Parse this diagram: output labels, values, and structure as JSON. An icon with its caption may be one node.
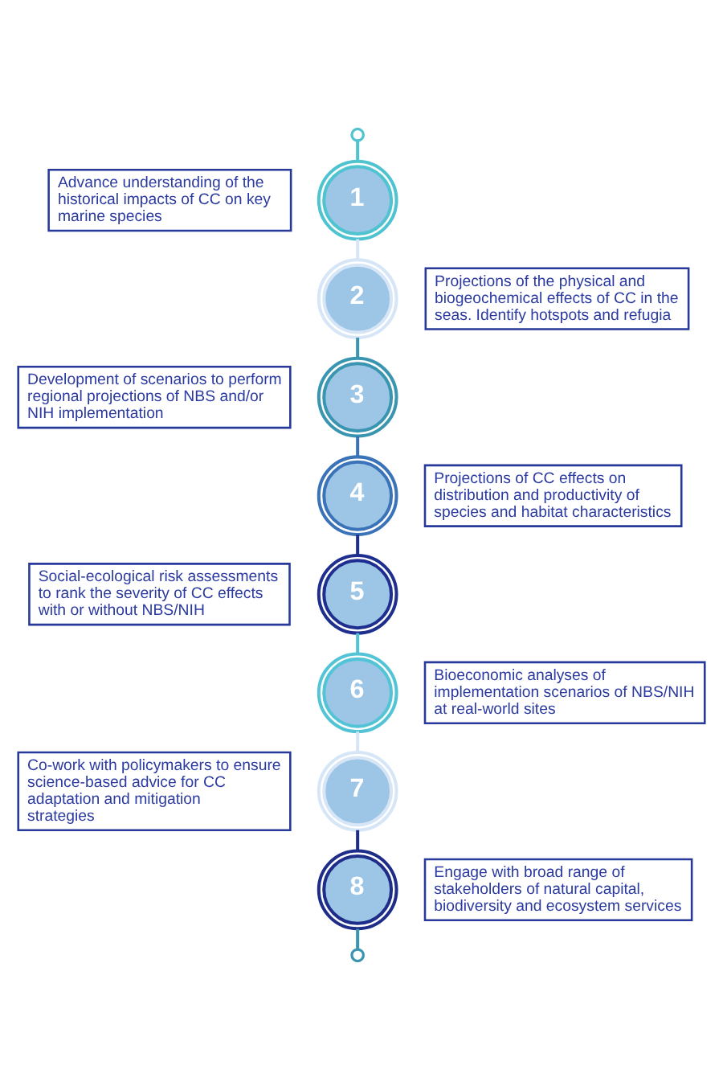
{
  "diagram": {
    "nodes": [
      {
        "text": [],
        "shape": "circle"
      },
      {
        "text": [
          "Advance understanding of the historical impacts of CC on key marine species"
        ]
      },
      {
        "text": [
          "1"
        ]
      },
      {
        "text": [
          "2"
        ]
      },
      {
        "text": [
          "Projections of the physical and biogeochemical effects of CC in the seas. Identify hotspots and refugia"
        ]
      },
      {
        "text": [
          "Development of scenarios to perform regional projections of NBS and/or NIH implementation"
        ]
      },
      {
        "text": [
          "3"
        ]
      },
      {
        "text": [
          "4"
        ]
      },
      {
        "text": [
          "Projections of CC effects on distribution and productivity of species and habitat characteristics"
        ]
      },
      {
        "text": [
          "Social-ecological risk assessments to rank the severity of CC effects with or without NBS/NIH"
        ]
      },
      {
        "text": [
          "5"
        ]
      },
      {
        "text": [
          "6"
        ]
      },
      {
        "text": [
          "Bioeconomic analyses of implementation scenarios of NBS/NIH at real-world sites"
        ]
      },
      {
        "text": [
          "Co-work with policymakers to ensure science-based advice for CC adaptation and mitigation strategies"
        ]
      },
      {
        "text": [
          "7"
        ]
      },
      {
        "text": [
          "8"
        ]
      },
      {
        "text": [
          "Engage with broad range of stakeholders of natural capital, biodiversity and ecosystem services"
        ]
      },
      {
        "text": [],
        "shape": "circle"
      }
    ],
    "edges": [
      {
        "from": 0,
        "to": 2,
        "arrow": "none",
        "color": "#4fc3d0"
      },
      {
        "from": 2,
        "to": 3,
        "arrow": "none",
        "color": "#d6e6f7"
      },
      {
        "from": 3,
        "to": 6,
        "arrow": "none",
        "color": "#3a95b0"
      },
      {
        "from": 6,
        "to": 7,
        "arrow": "none",
        "color": "#3b73b9"
      },
      {
        "from": 7,
        "to": 10,
        "arrow": "none",
        "color": "#1e2f8f"
      },
      {
        "from": 10,
        "to": 11,
        "arrow": "none",
        "color": "#52c4d6"
      },
      {
        "from": 11,
        "to": 14,
        "arrow": "none",
        "color": "#d6e6f7"
      },
      {
        "from": 14,
        "to": 15,
        "arrow": "none",
        "color": "#1f2d8a"
      },
      {
        "from": 15,
        "to": 17,
        "arrow": "none",
        "color": "#3a95b0"
      }
    ]
  }
}
